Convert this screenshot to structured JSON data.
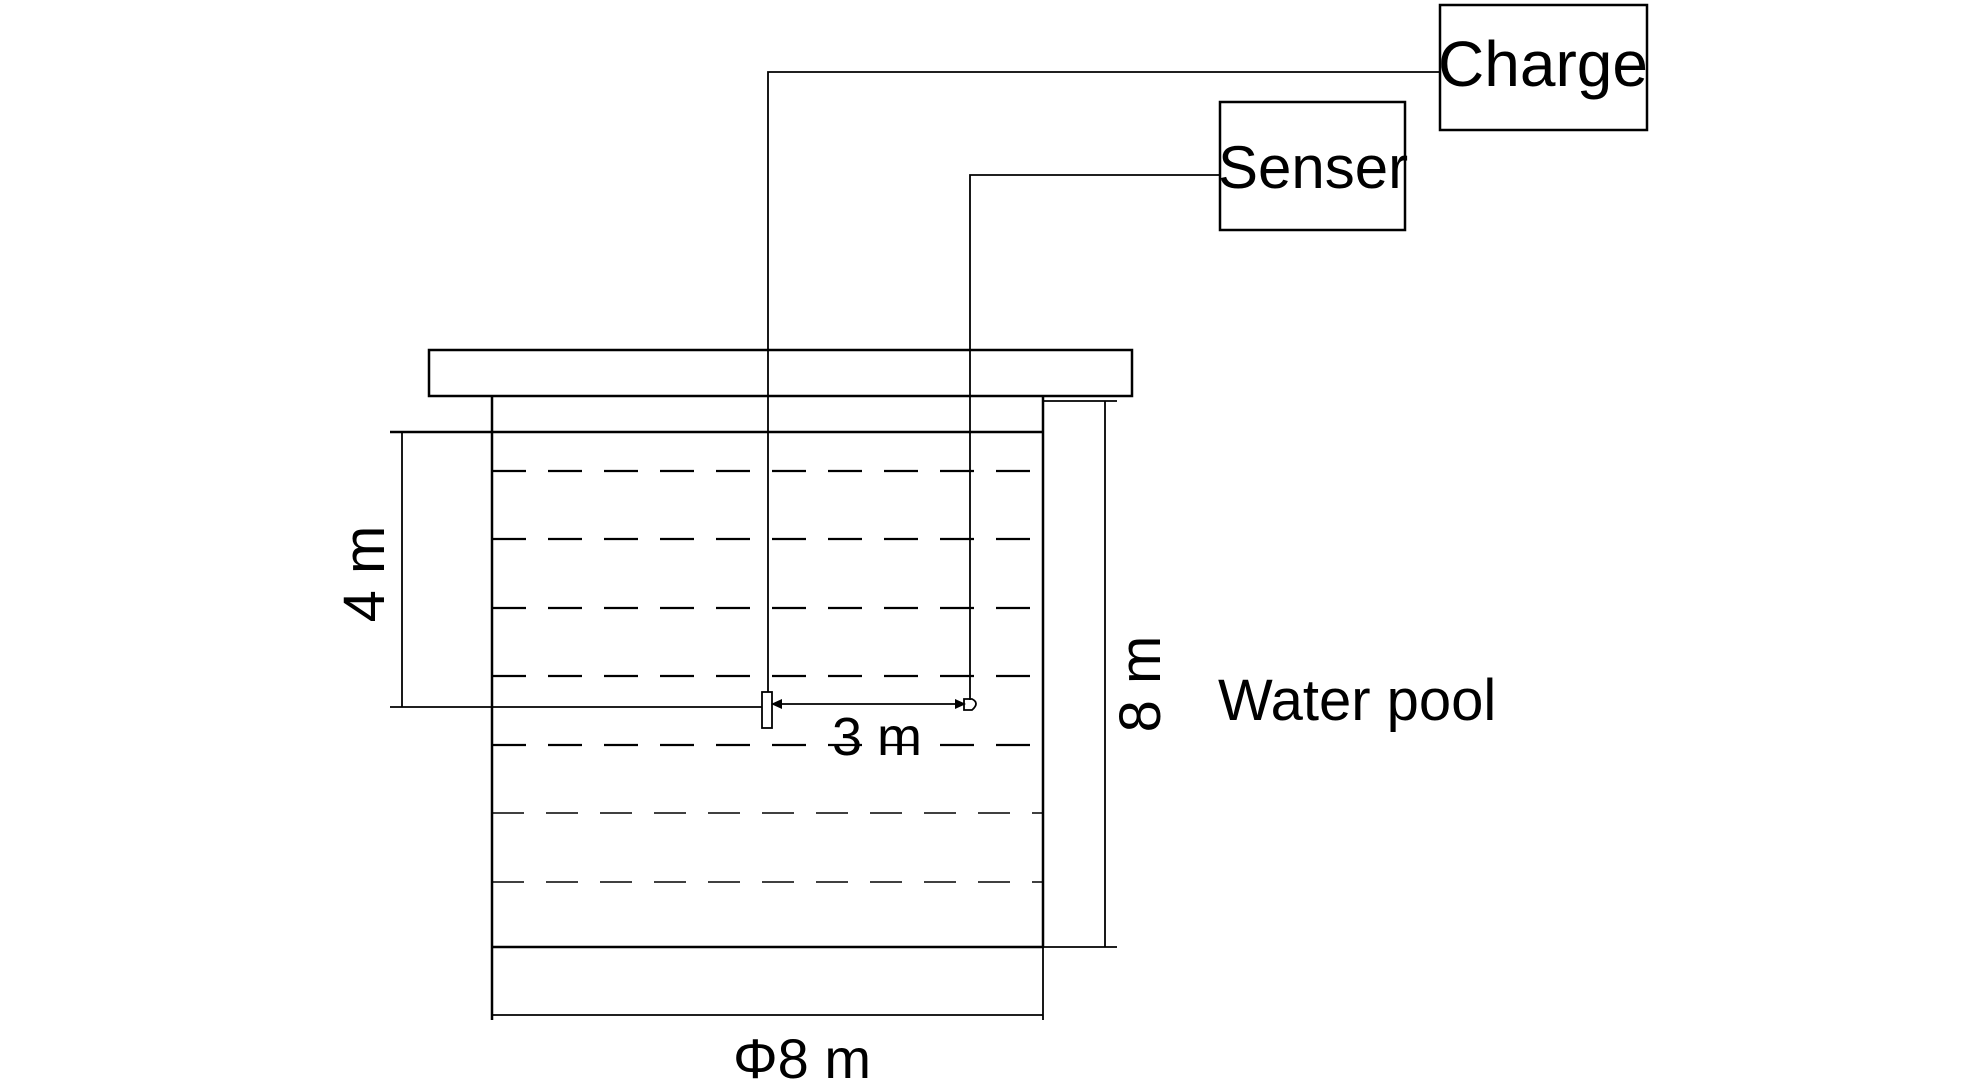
{
  "labels": {
    "charge": "Charge",
    "sensor": "Senser",
    "water_pool": "Water pool",
    "depth": "4 m",
    "height": "8 m",
    "distance": "3 m",
    "diameter": "Φ8 m"
  }
}
